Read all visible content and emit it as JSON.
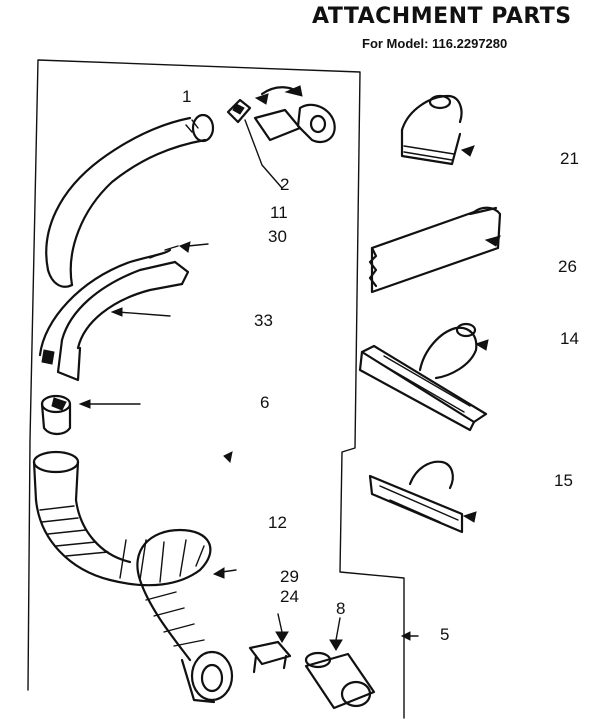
{
  "header": {
    "title": "ATTACHMENT PARTS",
    "subtitle": "For Model: 116.2297280"
  },
  "labels": {
    "p1": "1",
    "p2": "2",
    "p11": "11",
    "p30": "30",
    "p33": "33",
    "p6": "6",
    "p12": "12",
    "p29": "29",
    "p24": "24",
    "p8": "8",
    "p5": "5",
    "p21": "21",
    "p26": "26",
    "p14": "14",
    "p15": "15"
  }
}
